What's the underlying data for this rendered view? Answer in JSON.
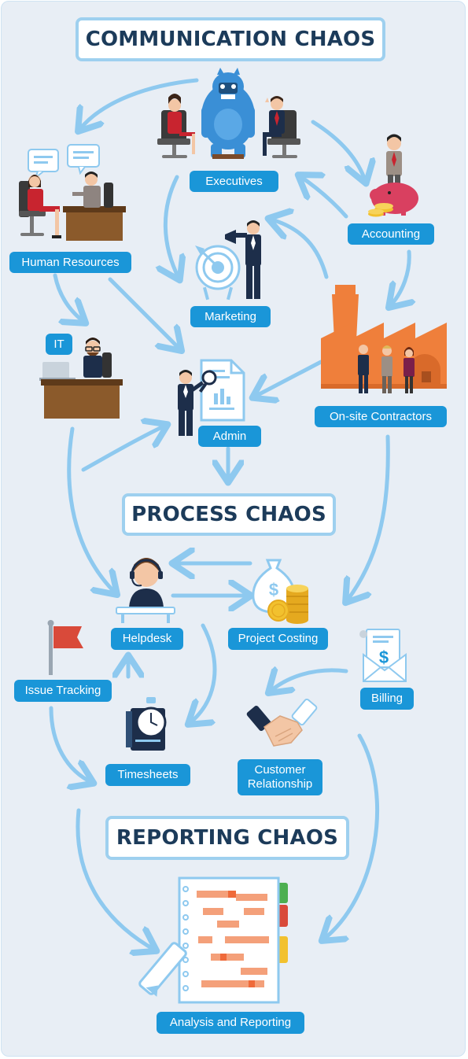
{
  "sections": {
    "communication": "COMMUNICATION CHAOS",
    "process": "PROCESS CHAOS",
    "reporting": "REPORTING CHAOS"
  },
  "nodes": {
    "executives": "Executives",
    "human_resources": "Human Resources",
    "accounting": "Accounting",
    "marketing": "Marketing",
    "it": "IT",
    "on_site_contractors": "On-site Contractors",
    "admin": "Admin",
    "helpdesk": "Helpdesk",
    "project_costing": "Project Costing",
    "issue_tracking": "Issue Tracking",
    "billing": "Billing",
    "timesheets": "Timesheets",
    "customer_relationship_line1": "Customer",
    "customer_relationship_line2": "Relationship",
    "analysis_and_reporting": "Analysis and Reporting"
  },
  "icons": {
    "currency_symbol": "$"
  },
  "colors": {
    "background": "#e8eef5",
    "label_blue": "#1a96d8",
    "arrow_blue": "#8ec9ef",
    "title_text": "#1c3b5a",
    "title_border": "#9ed0ef",
    "factory_orange": "#ef7f3b",
    "desk_brown": "#8b5a2b",
    "monster_blue": "#3a8fd6",
    "flag_red": "#d94a3a",
    "gold": "#f2c12e",
    "report_bar_orange": "#f4a07a"
  }
}
